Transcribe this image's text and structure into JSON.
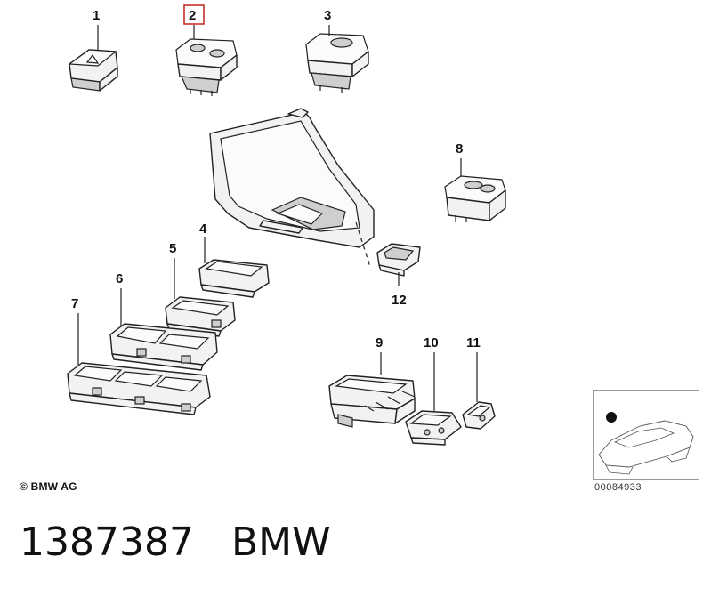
{
  "callouts": [
    "1",
    "2",
    "3",
    "4",
    "5",
    "6",
    "7",
    "8",
    "9",
    "10",
    "11",
    "12"
  ],
  "highlight_callout": "2",
  "highlight_color": "#c4302b",
  "copyright": "© BMW AG",
  "diagram_number": "00084933",
  "part_number": "1387387",
  "brand": "BMW"
}
